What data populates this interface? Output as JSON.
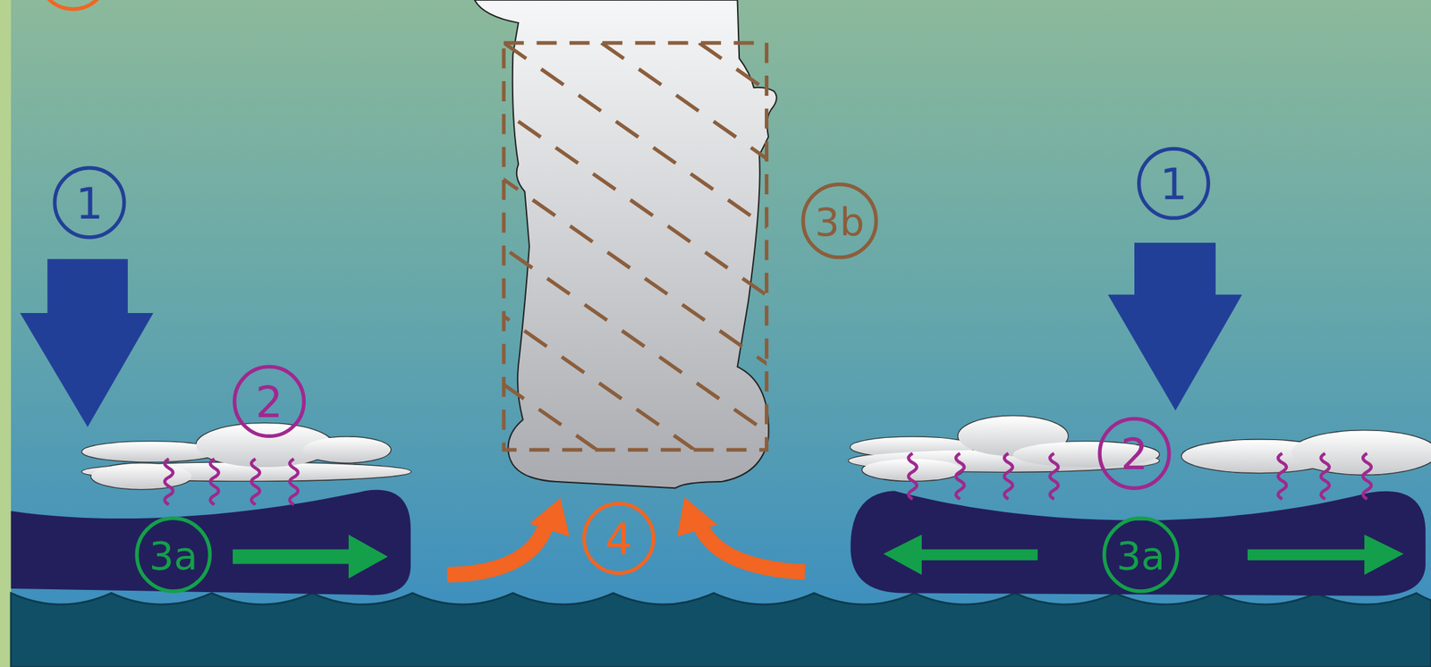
{
  "diagram": {
    "labels": [
      "1",
      "1",
      "3b",
      "2",
      "2",
      "4",
      "3a",
      "3a"
    ]
  }
}
